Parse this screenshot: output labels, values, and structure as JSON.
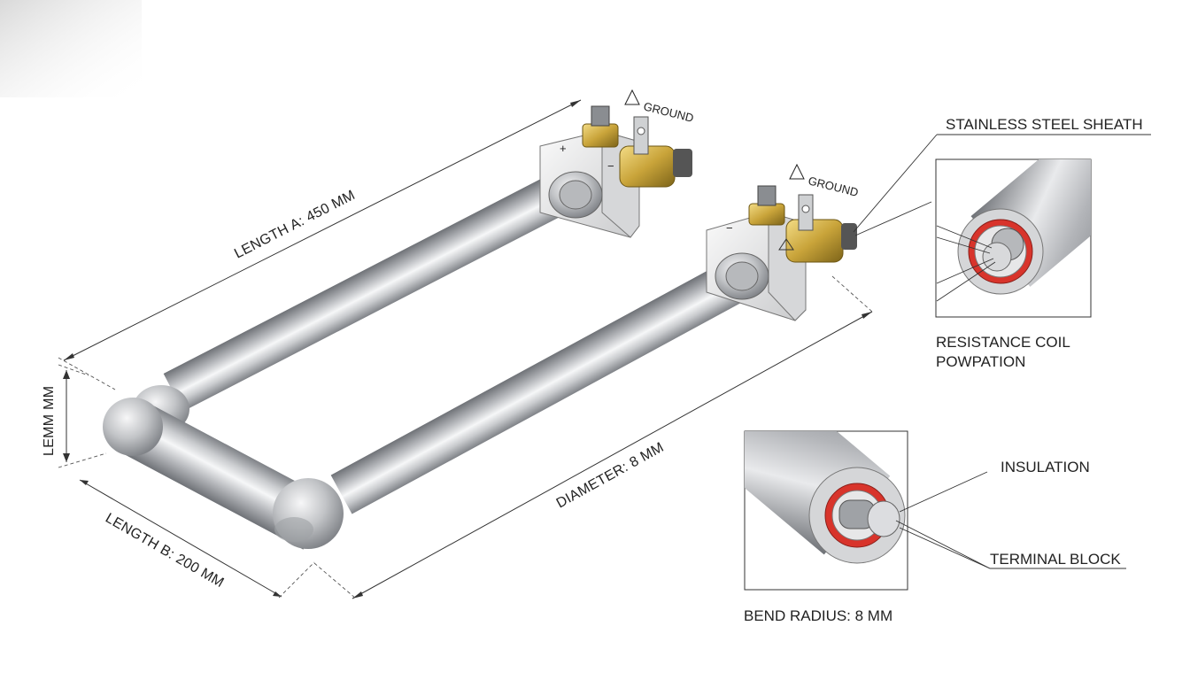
{
  "dimensions": {
    "length_a": "LENGTH A: 450 MM",
    "length_b": "LENGTH B: 200 MM",
    "diameter": "DIAMETER: 8 MM",
    "side": "LEMM MM"
  },
  "terminals": {
    "ground_1": "GROUND",
    "ground_2": "GROUND",
    "plus_sign": "+",
    "minus_sign_1": "−",
    "minus_sign_2": "−"
  },
  "callouts": {
    "stainless_steel_sheath": "STAINLESS STEEL SHEATH",
    "resistance_coil_line1": "RESISTANCE COIL",
    "resistance_coil_line2": "POWPATION",
    "insulation": "INSULATION",
    "terminal_block": "TERMINAL BLOCK",
    "bend_radius": "BEND RADIUS: 8 MM"
  },
  "colors": {
    "steel_dark": "#8e9196",
    "steel_light": "#f4f5f6",
    "brass": "#c9a43a",
    "insulation_red": "#d8342b"
  }
}
